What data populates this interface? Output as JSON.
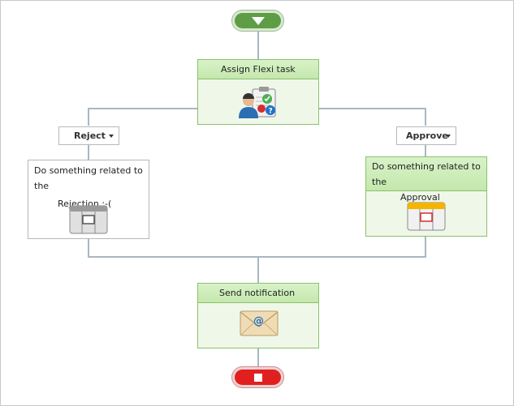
{
  "workflow": {
    "assign_task": {
      "title": "Assign Flexi task"
    },
    "reject": {
      "label": "Reject",
      "text_line1": "Do something related to the",
      "text_line2": "Rejection :-("
    },
    "approve": {
      "label": "Approve",
      "text_line1": "Do something related to the",
      "text_line2": "Approval"
    },
    "notify": {
      "title": "Send notification"
    },
    "icons": {
      "start": "play-down-icon",
      "task": "clipboard-user-task-icon",
      "activity": "activity-panel-icon",
      "mail": "email-envelope-icon",
      "end": "stop-icon"
    },
    "colors": {
      "start": "#5e9d45",
      "end": "#e02020",
      "node_border": "#8dc06c",
      "connector": "#a9b7c3"
    }
  }
}
